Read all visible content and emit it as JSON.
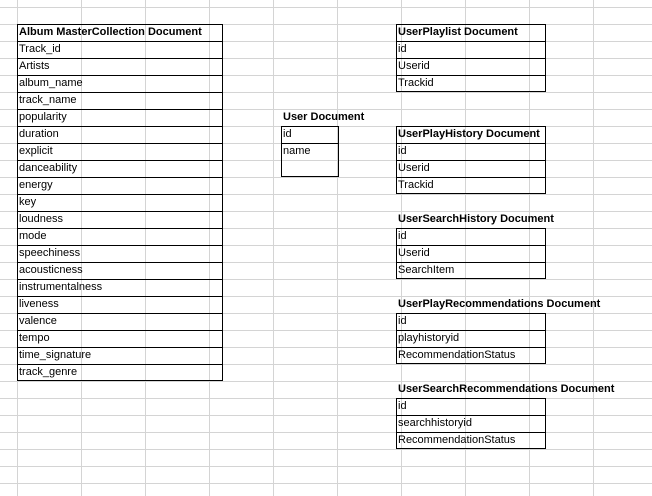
{
  "tables": {
    "album": {
      "title": "Album MasterCollection Document",
      "fields": [
        "Track_id",
        "Artists",
        "album_name",
        "track_name",
        "popularity",
        "duration",
        "explicit",
        "danceability",
        "energy",
        "key",
        "loudness",
        "mode",
        "speechiness",
        "acousticness",
        "instrumentalness",
        "liveness",
        "valence",
        "tempo",
        "time_signature",
        "track_genre"
      ]
    },
    "user": {
      "title": "User Document",
      "fields": [
        "id",
        "name"
      ]
    },
    "playlist": {
      "title": "UserPlaylist Document",
      "fields": [
        "id",
        "Userid",
        "Trackid"
      ]
    },
    "playhistory": {
      "title": "UserPlayHistory Document",
      "fields": [
        "id",
        "Userid",
        "Trackid"
      ]
    },
    "searchhistory": {
      "title": "UserSearchHistory Document",
      "fields": [
        "id",
        "Userid",
        "SearchItem"
      ]
    },
    "playrec": {
      "title": "UserPlayRecommendations Document",
      "fields": [
        "id",
        "playhistoryid",
        "RecommendationStatus"
      ]
    },
    "searchrec": {
      "title": "UserSearchRecommendations Document",
      "fields": [
        "id",
        "searchhistoryid",
        "RecommendationStatus"
      ]
    }
  }
}
